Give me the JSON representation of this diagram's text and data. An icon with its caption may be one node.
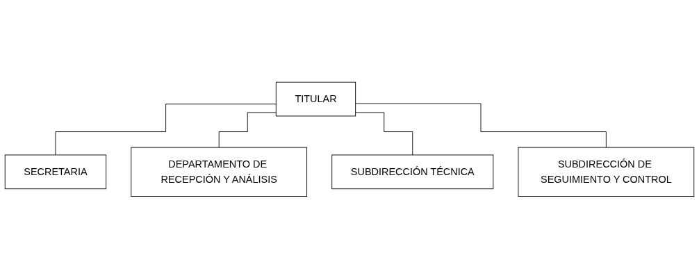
{
  "diagram": {
    "nodes": [
      {
        "text": [
          "TITULAR"
        ]
      },
      {
        "text": [
          "SECRETARIA"
        ]
      },
      {
        "text": [
          "SUBDIRECCIÓN TÉCNICA"
        ]
      },
      {
        "text": [
          "SUBDIRECCIÓN DE SEGUIMIENTO Y CONTROL"
        ]
      },
      {
        "text": [
          "DEPARTAMENTO DE RECEPCIÓN Y ANÁLISIS"
        ]
      }
    ],
    "edges": [
      {
        "from": 0,
        "to": 1,
        "arrow": "none"
      },
      {
        "from": 0,
        "to": 4,
        "arrow": "none"
      },
      {
        "from": 0,
        "to": 2,
        "arrow": "none"
      },
      {
        "from": 0,
        "to": 3,
        "arrow": "none"
      }
    ]
  }
}
